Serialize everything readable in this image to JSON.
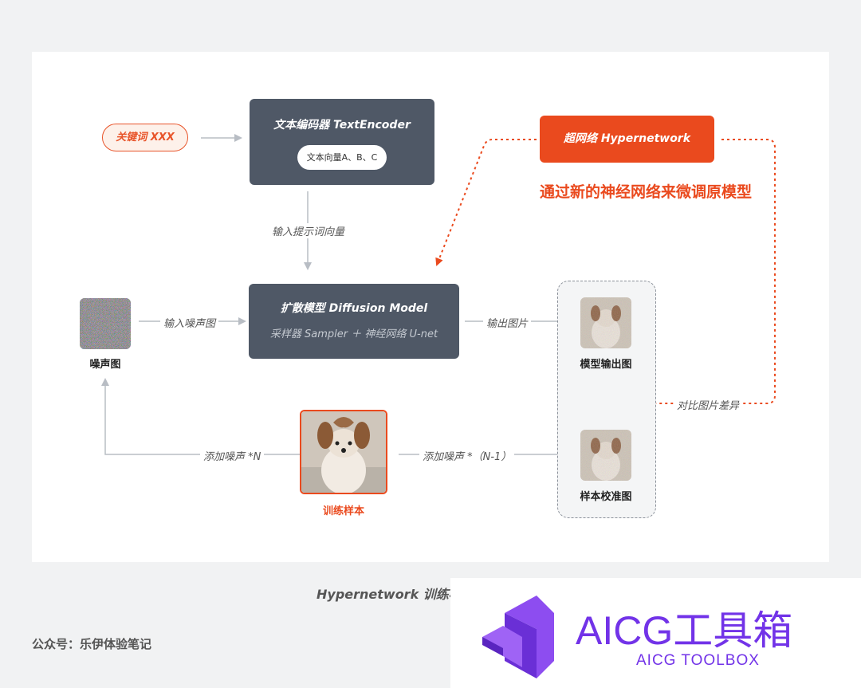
{
  "nodes": {
    "keyword": "关键词 XXX",
    "text_encoder": {
      "title": "文本编码器 TextEncoder",
      "pill": "文本向量A、B、C"
    },
    "prompt_vector_label": "输入提示词向量",
    "hypernetwork": "超网络 Hypernetwork",
    "hypernetwork_note": "通过新的神经网络来微调原模型",
    "diffusion": {
      "title": "扩散模型 Diffusion Model",
      "subtitle": "采样器 Sampler ＋ 神经网络 U-net"
    },
    "noise_image": "噪声图",
    "input_noise_label": "输入噪声图",
    "output_image_label": "输出图片",
    "model_output": "模型输出图",
    "compare_label": "对比图片差异",
    "sample_calibration": "样本校准图",
    "training_sample": "训练样本",
    "add_noise_n": "添加噪声 *N",
    "add_noise_n1": "添加噪声 *（N-1）"
  },
  "caption": "Hypernetwork 训练标",
  "footer": "公众号：乐伊体验笔记",
  "watermark": {
    "title": "AICG工具箱",
    "subtitle": "AICG TOOLBOX"
  },
  "colors": {
    "accent": "#ea4a1e",
    "dark_box": "#4f5866",
    "brand": "#7233e8"
  }
}
